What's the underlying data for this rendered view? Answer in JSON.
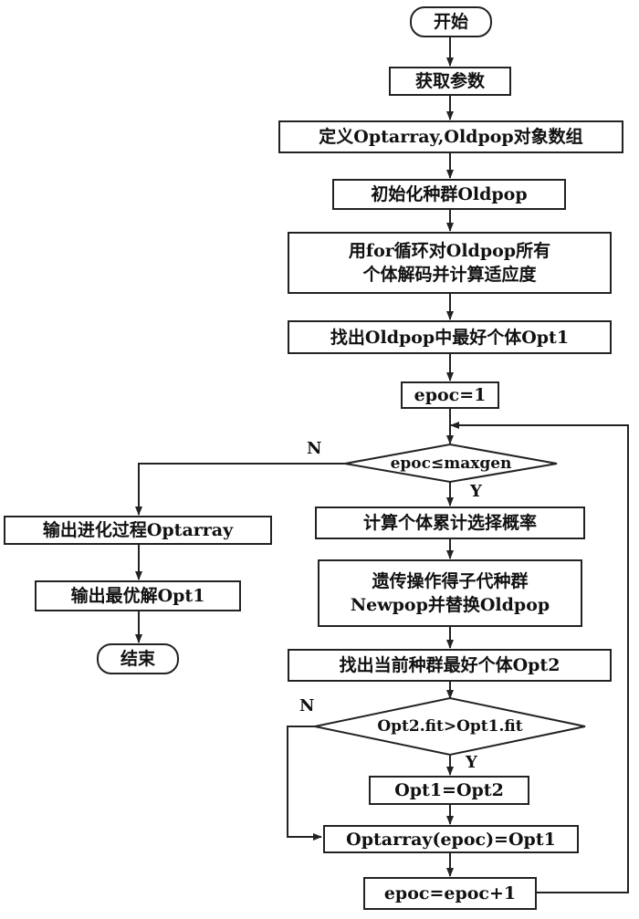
{
  "nodes": {
    "start": "开始",
    "get_params": "获取参数",
    "define_arrays": "定义Optarray,Oldpop对象数组",
    "init_pop": "初始化种群Oldpop",
    "decode_line1": "用for循环对Oldpop所有",
    "decode_line2": "个体解码并计算适应度",
    "find_best1": "找出Oldpop中最好个体Opt1",
    "epoc_init": "epoc=1",
    "cond_maxgen": "epoc≤maxgen",
    "calc_prob": "计算个体累计选择概率",
    "genetic_line1": "遗传操作得子代种群",
    "genetic_line2": "Newpop并替换Oldpop",
    "find_best2": "找出当前种群最好个体Opt2",
    "cond_fit": "Opt2.fit>Opt1.fit",
    "assign_opt": "Opt1=Opt2",
    "store_opt": "Optarray(epoc)=Opt1",
    "increment": "epoc=epoc+1",
    "output_process": "输出进化过程Optarray",
    "output_best": "输出最优解Opt1",
    "end": "结束"
  },
  "edge_labels": {
    "maxgen_no": "N",
    "maxgen_yes": "Y",
    "fit_no": "N",
    "fit_yes": "Y"
  }
}
